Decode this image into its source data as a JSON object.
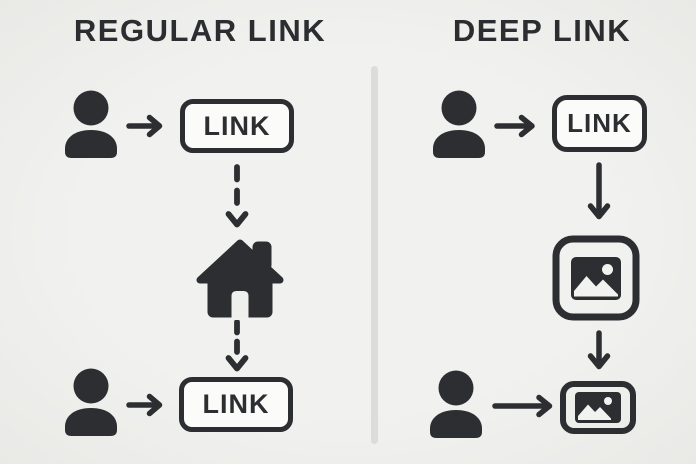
{
  "colors": {
    "background": "#efefed",
    "ink": "#2c2e31",
    "box_fill": "#fbfbfa",
    "divider": "#dcdcda"
  },
  "left_panel": {
    "title": "REGULAR LINK",
    "top_row": {
      "user_icon": "user-icon",
      "arrow_icon": "arrow-right-icon",
      "link_label": "LINK"
    },
    "middle": {
      "arrow_top_icon": "arrow-down-dashed-icon",
      "home_icon": "home-icon",
      "arrow_bottom_icon": "arrow-down-dashed-icon"
    },
    "bottom_row": {
      "user_icon": "user-icon",
      "arrow_icon": "arrow-right-icon",
      "link_label": "LINK"
    }
  },
  "right_panel": {
    "title": "DEEP LINK",
    "top_row": {
      "user_icon": "user-icon",
      "arrow_icon": "arrow-right-icon",
      "link_label": "LINK"
    },
    "middle": {
      "arrow_top_icon": "arrow-down-icon",
      "image_icon": "image-icon",
      "arrow_bottom_icon": "arrow-down-icon"
    },
    "bottom_row": {
      "user_icon": "user-icon",
      "arrow_icon": "arrow-right-icon",
      "image_icon": "image-icon"
    }
  }
}
